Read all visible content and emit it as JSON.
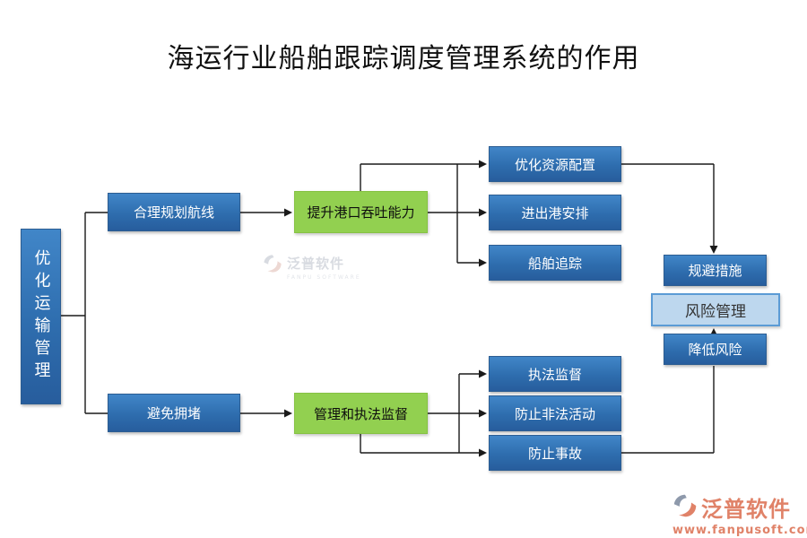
{
  "title": "海运行业船舶跟踪调度管理系统的作用",
  "diagram": {
    "root_label": "优化运输管理",
    "top_branch": {
      "cause": "合理规划航线",
      "process": "提升港口吞吐能力",
      "outcomes": [
        "优化资源配置",
        "进出港安排",
        "船舶追踪"
      ]
    },
    "bottom_branch": {
      "cause": "避免拥堵",
      "process": "管理和执法监督",
      "outcomes": [
        "执法监督",
        "防止非法活动",
        "防止事故"
      ]
    },
    "risk_group": {
      "measure": "规避措施",
      "management": "风险管理",
      "reduction": "降低风险"
    }
  },
  "watermark": {
    "brand": "泛普软件",
    "brand_sub": "FANPU SOFTWARE"
  },
  "footer_logo": {
    "brand": "泛普软件",
    "url": "www.fanpusoft.com"
  },
  "colors": {
    "node_blue": "#2E6DAE",
    "node_green": "#92D050",
    "risk_light_blue": "#BDD7EE",
    "risk_border_blue": "#5B9BD5",
    "brand_coral": "#E08268",
    "title_color": "#111111",
    "connector_color": "#1A1A1A"
  }
}
